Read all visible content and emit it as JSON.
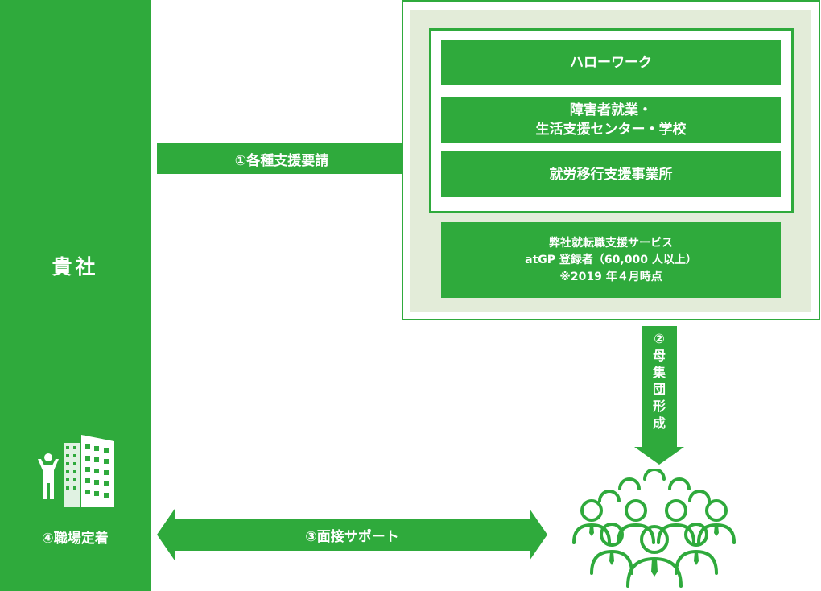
{
  "company": {
    "name": "貴社",
    "retention_label": "④職場定着",
    "icon": "building-with-person-icon"
  },
  "arrows": {
    "request_label": "①各種支援要請",
    "population_label_lines": [
      "②",
      "母",
      "集",
      "団",
      "形",
      "成"
    ],
    "interview_label": "③面接サポート"
  },
  "support_panel": {
    "organizations": [
      {
        "lines": [
          "ハローワーク"
        ]
      },
      {
        "lines": [
          "障害者就業・",
          "生活支援センター・学校"
        ]
      },
      {
        "lines": [
          "就労移行支援事業所"
        ]
      }
    ],
    "service": {
      "lines": [
        "弊社就転職支援サービス",
        "atGP 登録者（60,000 人以上）",
        "※2019 年４月時点"
      ]
    }
  },
  "candidates": {
    "icon": "candidate-group-icon"
  },
  "colors": {
    "accent": "#2faa3c",
    "panel_bg": "#e3ecd9"
  }
}
